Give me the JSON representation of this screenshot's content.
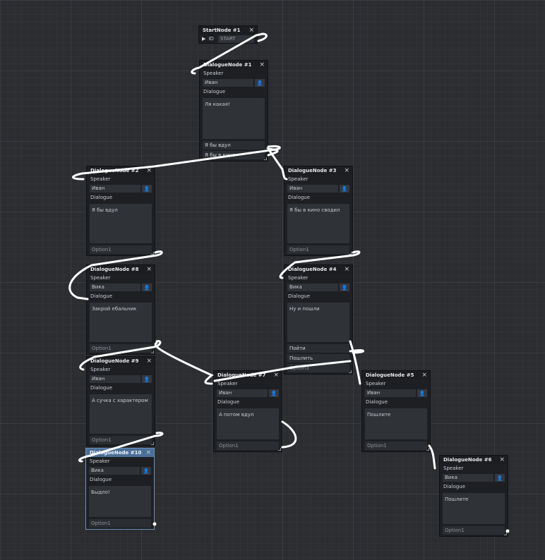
{
  "start_node": {
    "title": "StartNode #1",
    "id_label": "ID",
    "id_value": "START"
  },
  "labels": {
    "speaker": "Speaker",
    "dialogue": "Dialogue",
    "close": "×"
  },
  "nodes": {
    "n1": {
      "title": "DialogueNode #1",
      "speaker": "Иван",
      "text": "Ля какая!",
      "options": [
        "Я бы вдул",
        "Я бы в кино"
      ]
    },
    "n2": {
      "title": "DialogueNode #2",
      "speaker": "Иван",
      "text": "Я бы вдул",
      "options": [
        "Option1"
      ]
    },
    "n3": {
      "title": "DialogueNode #3",
      "speaker": "Иван",
      "text": "Я бы в кино сводил",
      "options": [
        "Option1"
      ]
    },
    "n8": {
      "title": "DialogueNode #8",
      "speaker": "Вика",
      "text": "Закрой ебальник",
      "options": [
        "Option1"
      ]
    },
    "n4": {
      "title": "DialogueNode #4",
      "speaker": "Вика",
      "text": "Ну и пошли",
      "options": [
        "Пойти",
        "Пошлить",
        "Option3"
      ]
    },
    "n9": {
      "title": "DialogueNode #9",
      "speaker": "Иван",
      "text": "А сучка с характером",
      "options": [
        "Option1"
      ]
    },
    "n7": {
      "title": "DialogueNode #7",
      "speaker": "Иван",
      "text": "А потом вдул",
      "options": [
        "Option1"
      ]
    },
    "n5": {
      "title": "DialogueNode #5",
      "speaker": "Иван",
      "text": "Пошлите",
      "options": [
        "Option1"
      ]
    },
    "n10": {
      "title": "DialogueNode #10",
      "speaker": "Вика",
      "text": "Быдло!",
      "options": [
        "Option1"
      ]
    },
    "n6": {
      "title": "DialogueNode #6",
      "speaker": "Вика",
      "text": "Пошлите",
      "options": [
        "Option1"
      ]
    }
  },
  "colors": {
    "canvas": "#2b2d31",
    "node": "#1d1f23",
    "field": "#2f3237",
    "selected": "#4b6f97",
    "wire": "#ffffff"
  }
}
